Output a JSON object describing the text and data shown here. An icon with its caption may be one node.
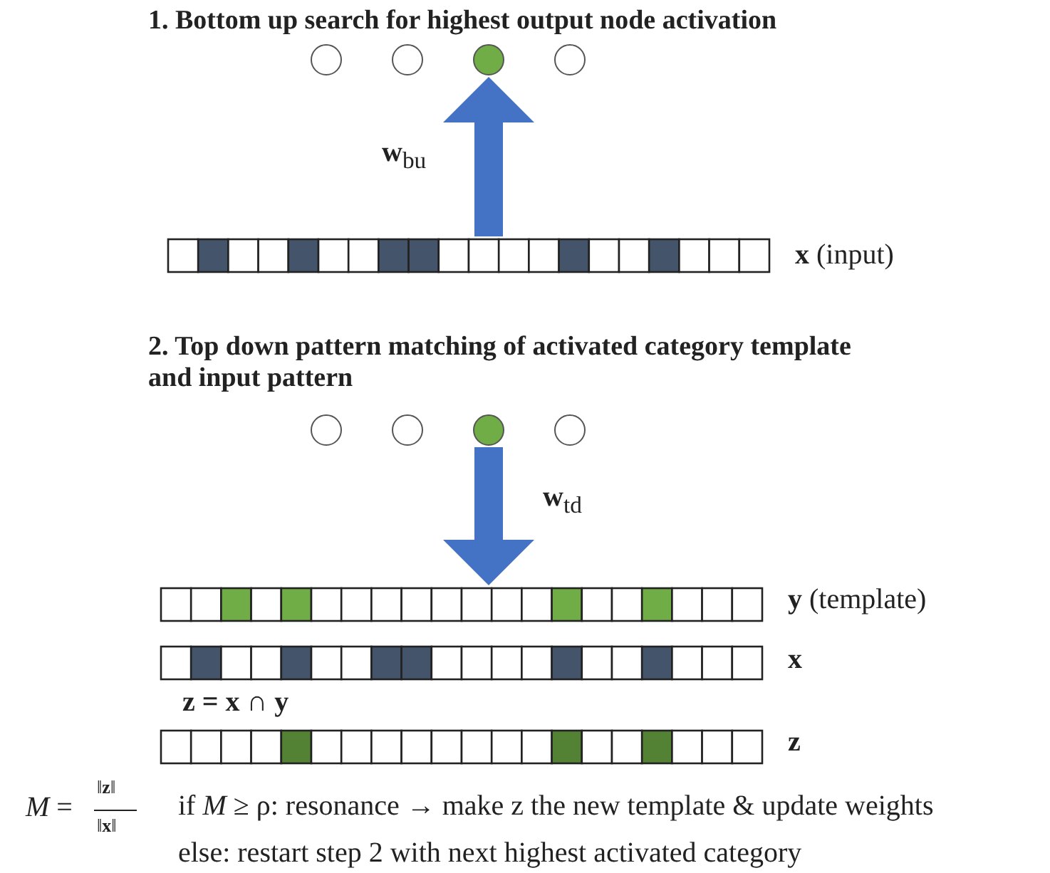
{
  "diagram": {
    "nodes": [
      {
        "text": [],
        "shape": "circle"
      },
      {
        "text": [],
        "shape": "circle"
      },
      {
        "text": [],
        "shape": "circle"
      },
      {
        "text": [],
        "shape": "circle"
      },
      {
        "text": [],
        "shape": "bar",
        "beside": [
          "**x** (input)"
        ]
      },
      {
        "text": [],
        "shape": "circle"
      },
      {
        "text": [],
        "shape": "circle"
      },
      {
        "text": [],
        "shape": "circle"
      },
      {
        "text": [],
        "shape": "circle"
      },
      {
        "text": [],
        "shape": "bar",
        "beside": [
          "**y** (template)"
        ]
      },
      {
        "text": [],
        "shape": "bar",
        "beside": [
          "x"
        ]
      },
      {
        "text": [],
        "shape": "bar",
        "beside": [
          "z"
        ]
      }
    ],
    "edges": [
      {
        "from": 4,
        "to": 2,
        "arrow": "to",
        "label": "**w**$_{bu}$",
        "style": "thick"
      },
      {
        "from": 7,
        "to": 9,
        "arrow": "to",
        "label": "**w**$_{td}$",
        "style": "thick"
      }
    ],
    "labels": [
      "1. Bottom up search for highest output node activation",
      "2. Top down pattern matching of activated category template and input pattern",
      "z = x ∩ y",
      "*M* =",
      "‖**z**‖",
      "‖**x**‖",
      "if *M* ≥ ρ:  resonance → make z the new template & update weights",
      "else: restart step 2 with next highest activated category"
    ]
  }
}
